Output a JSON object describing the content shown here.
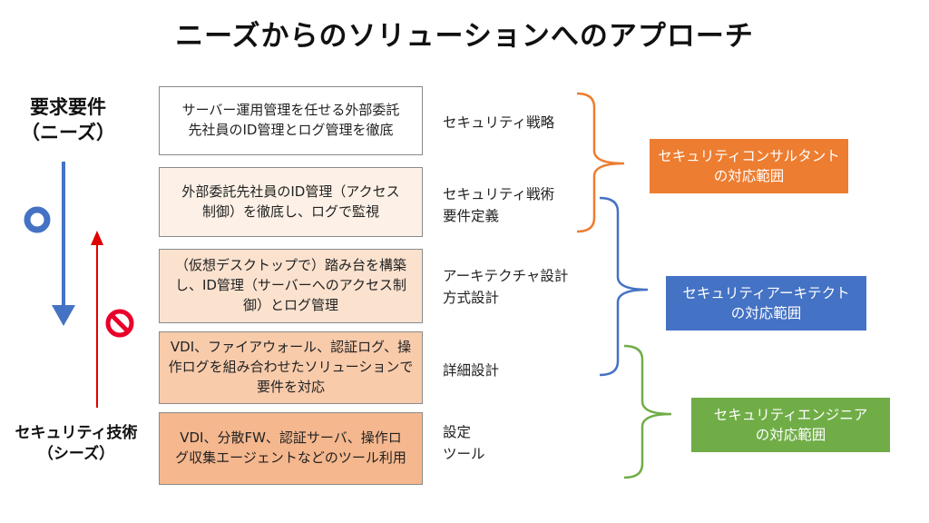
{
  "title": "ニーズからのソリューションへのアプローチ",
  "needs_label": "要求要件\n（ニーズ）",
  "seeds_label": "セキュリティ技術\n（シーズ）",
  "rows": [
    {
      "text": "サーバー運用管理を任せる外部委託\n先社員のID管理とログ管理を徹底",
      "phase": "セキュリティ戦略",
      "fill": "#ffffff"
    },
    {
      "text": "外部委託先社員のID管理（アクセス\n制御）を徹底し、ログで監視",
      "phase": "セキュリティ戦術\n要件定義",
      "fill": "#fdf1e7"
    },
    {
      "text": "（仮想デスクトップで）踏み台を構築\nし、ID管理（サーバーへのアクセス制\n御）とログ管理",
      "phase": "アーキテクチャ設計\n方式設計",
      "fill": "#fbe2cf"
    },
    {
      "text": "VDI、ファイアウォール、認証ログ、操\n作ログを組み合わせたソリューションで\n要件を対応",
      "phase": "詳細設計",
      "fill": "#f8cbab"
    },
    {
      "text": "VDI、分散FW、認証サーバ、操作ロ\nグ収集エージェントなどのツール利用",
      "phase": "設定\nツール",
      "fill": "#f5b78e"
    }
  ],
  "roles": [
    {
      "label": "セキュリティコンサルタント\nの対応範囲",
      "color": "#ed7d31"
    },
    {
      "label": "セキュリティアーキテクト\nの対応範囲",
      "color": "#4472c4"
    },
    {
      "label": "セキュリティエンジニア\nの対応範囲",
      "color": "#70ad47"
    }
  ],
  "colors": {
    "down_arrow": "#4472c4",
    "up_arrow": "#e00000",
    "circle": "#4472c4",
    "prohibit": "#e8002a",
    "box_border": "#8a8a8a"
  },
  "icons": {
    "good": "circle-icon",
    "bad": "prohibited-icon"
  }
}
